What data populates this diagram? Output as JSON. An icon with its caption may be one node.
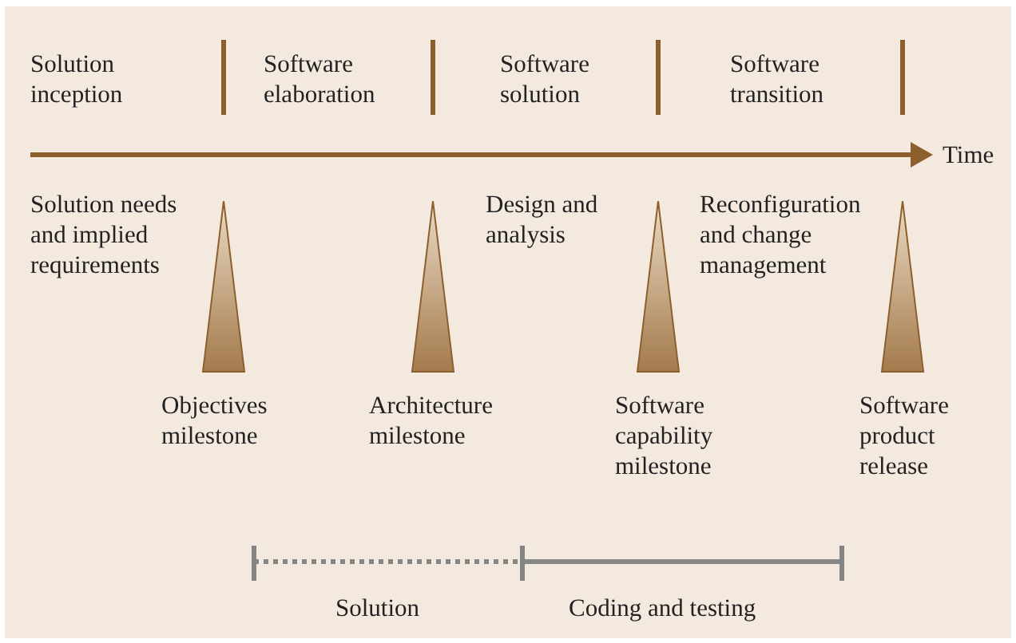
{
  "diagram": {
    "labels": [
      "Solution inception",
      "Software elaboration",
      "Software solution",
      "Software transition",
      "Time",
      "Solution needs and implied requirements",
      "Design and analysis",
      "Reconfiguration and change management",
      "Objectives milestone",
      "Architecture milestone",
      "Software capability milestone",
      "Software product release",
      "Solution",
      "Coding and testing"
    ]
  }
}
